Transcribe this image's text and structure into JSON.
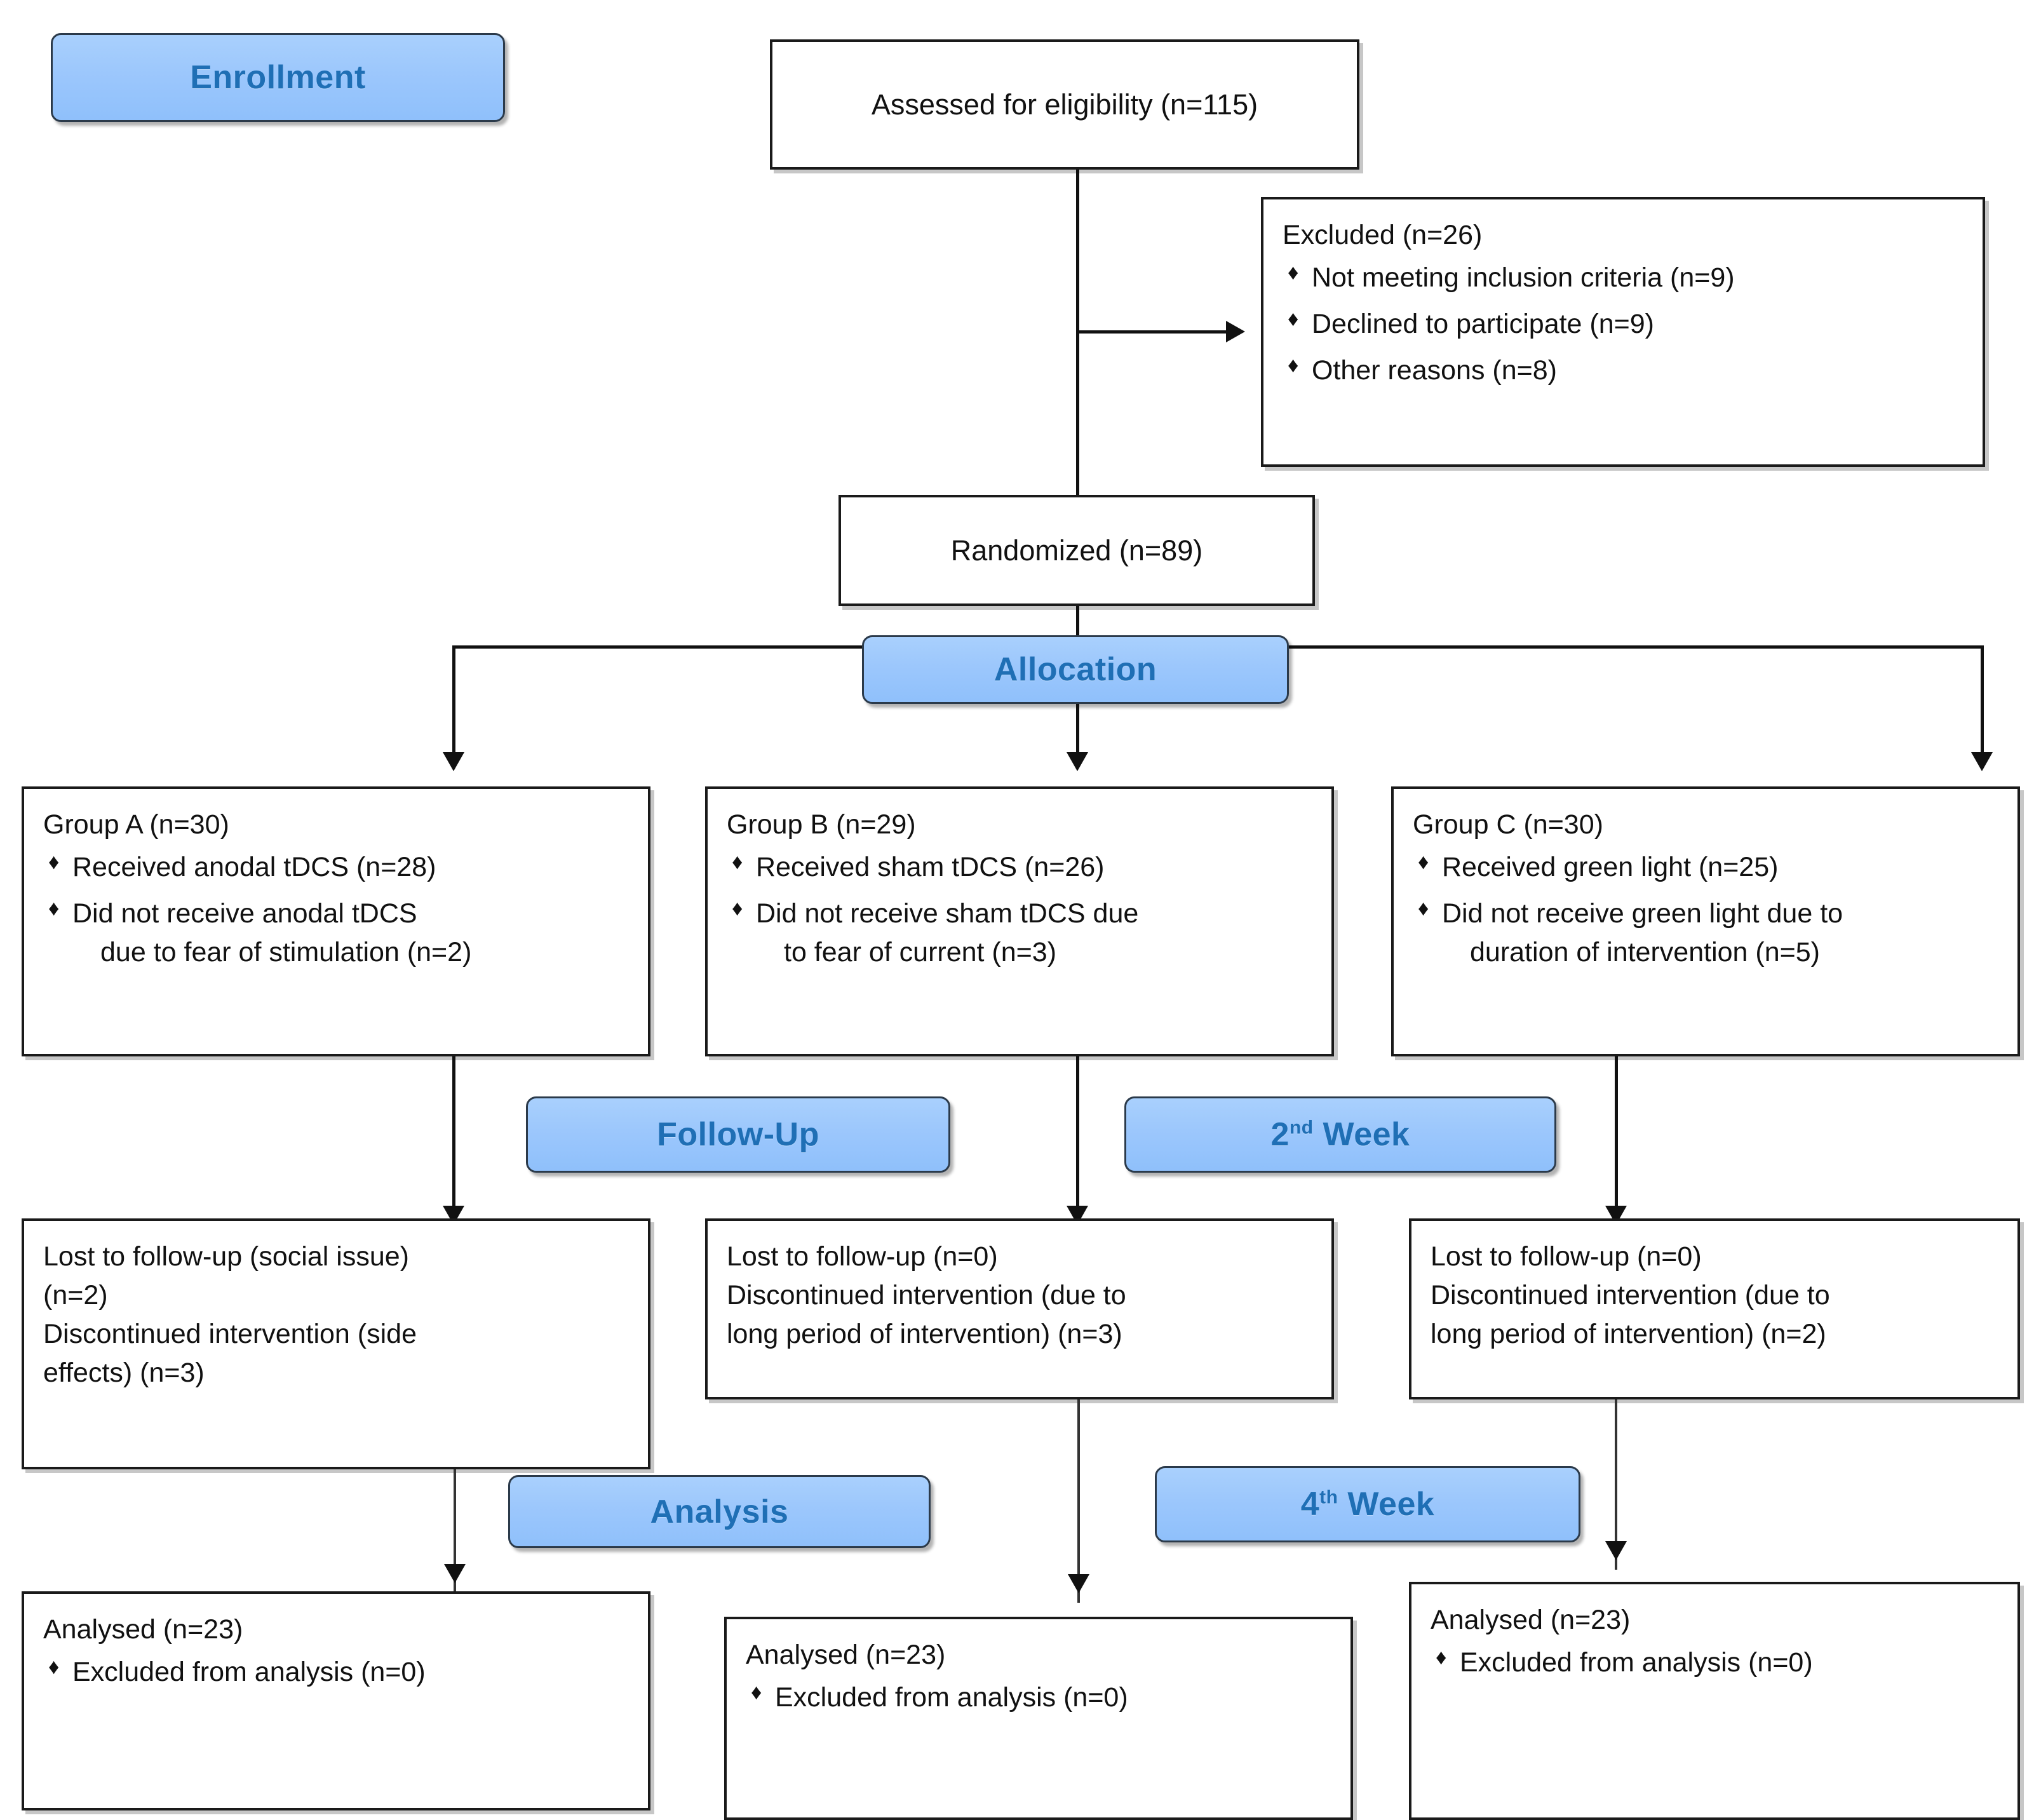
{
  "diagram": {
    "type": "consort-flow-diagram",
    "stages": {
      "enrollment": "Enrollment",
      "allocation": "Allocation",
      "follow_up": "Follow-Up",
      "week2_prefix": "2",
      "week2_sup": "nd",
      "week2_suffix": " Week",
      "analysis": "Analysis",
      "week4_prefix": "4",
      "week4_sup": "th",
      "week4_suffix": " Week"
    },
    "colors": {
      "badge_fill": "#9CC7FC",
      "badge_text": "#1F6FB5",
      "box_border": "#1A1A1A",
      "box_fill": "#FFFFFF",
      "line": "#111111"
    },
    "nodes": {
      "assessed": {
        "title": "Assessed for eligibility (n=115)"
      },
      "excluded": {
        "title": "Excluded (n=26)",
        "items": [
          "Not meeting inclusion criteria (n=9)",
          "Declined to participate (n=9)",
          "Other reasons (n=8)"
        ]
      },
      "randomized": {
        "title": "Randomized (n=89)"
      },
      "group_a": {
        "title": "Group A (n=30)",
        "items": [
          {
            "line1": "Received anodal tDCS (n=28)",
            "line2": ""
          },
          {
            "line1": "Did not receive anodal tDCS",
            "line2": "due to fear of stimulation (n=2)"
          }
        ]
      },
      "group_b": {
        "title": "Group B (n=29)",
        "items": [
          {
            "line1": "Received sham tDCS (n=26)",
            "line2": ""
          },
          {
            "line1": "Did not receive sham tDCS due",
            "line2": "to fear of current (n=3)"
          }
        ]
      },
      "group_c": {
        "title": "Group C (n=30)",
        "items": [
          {
            "line1": "Received green light (n=25)",
            "line2": ""
          },
          {
            "line1": "Did not receive green light due to",
            "line2": "duration of intervention (n=5)"
          }
        ]
      },
      "followup_a": {
        "line1": "Lost to follow-up (social issue)",
        "line2": "(n=2)",
        "line3": "Discontinued intervention (side",
        "line4": "effects) (n=3)"
      },
      "followup_b": {
        "line1": "Lost to follow-up (n=0)",
        "line2": "Discontinued intervention (due to",
        "line3": "long period of intervention) (n=3)"
      },
      "followup_c": {
        "line1": "Lost to follow-up (n=0)",
        "line2": "Discontinued intervention (due to",
        "line3": "long period of intervention) (n=2)"
      },
      "analysed_a": {
        "title": "Analysed (n=23)",
        "item": "Excluded from analysis (n=0)"
      },
      "analysed_b": {
        "title": "Analysed (n=23)",
        "item": "Excluded from analysis (n=0)"
      },
      "analysed_c": {
        "title": "Analysed (n=23)",
        "item": "Excluded from analysis (n=0)"
      }
    }
  }
}
